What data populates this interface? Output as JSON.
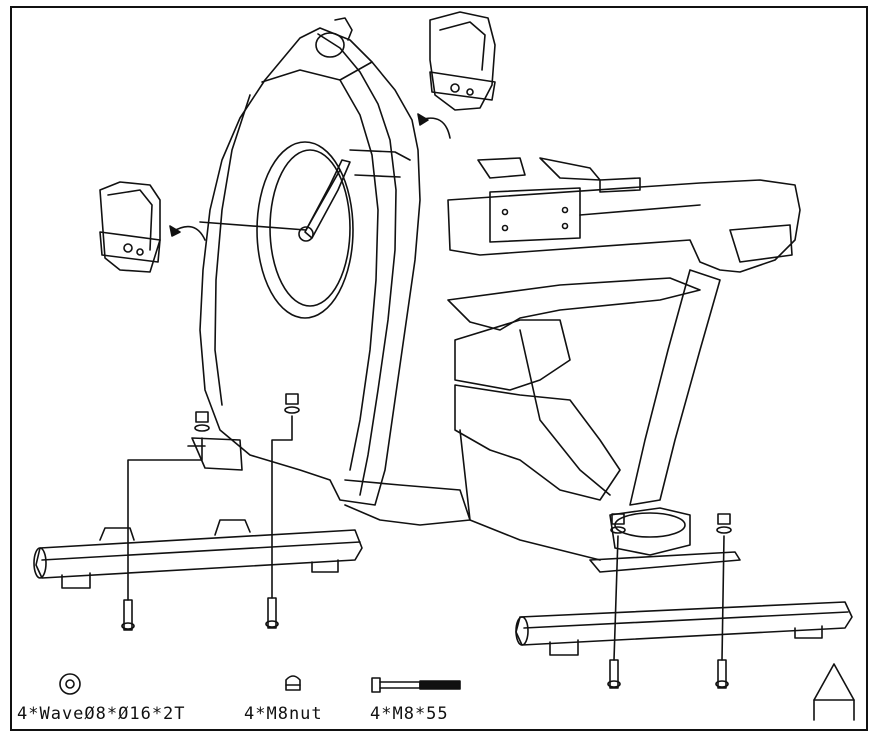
{
  "diagram": {
    "parts": [
      {
        "id": "washer",
        "label": "4*WaveØ8*Ø16*2T",
        "icon": "wave-washer-icon"
      },
      {
        "id": "nut",
        "label": "4*M8nut",
        "icon": "nut-icon"
      },
      {
        "id": "bolt",
        "label": "4*M8*55",
        "icon": "bolt-icon"
      }
    ],
    "step_symbol": "triangle-step-icon",
    "colors": {
      "ink": "#111111",
      "paper": "#ffffff"
    }
  }
}
